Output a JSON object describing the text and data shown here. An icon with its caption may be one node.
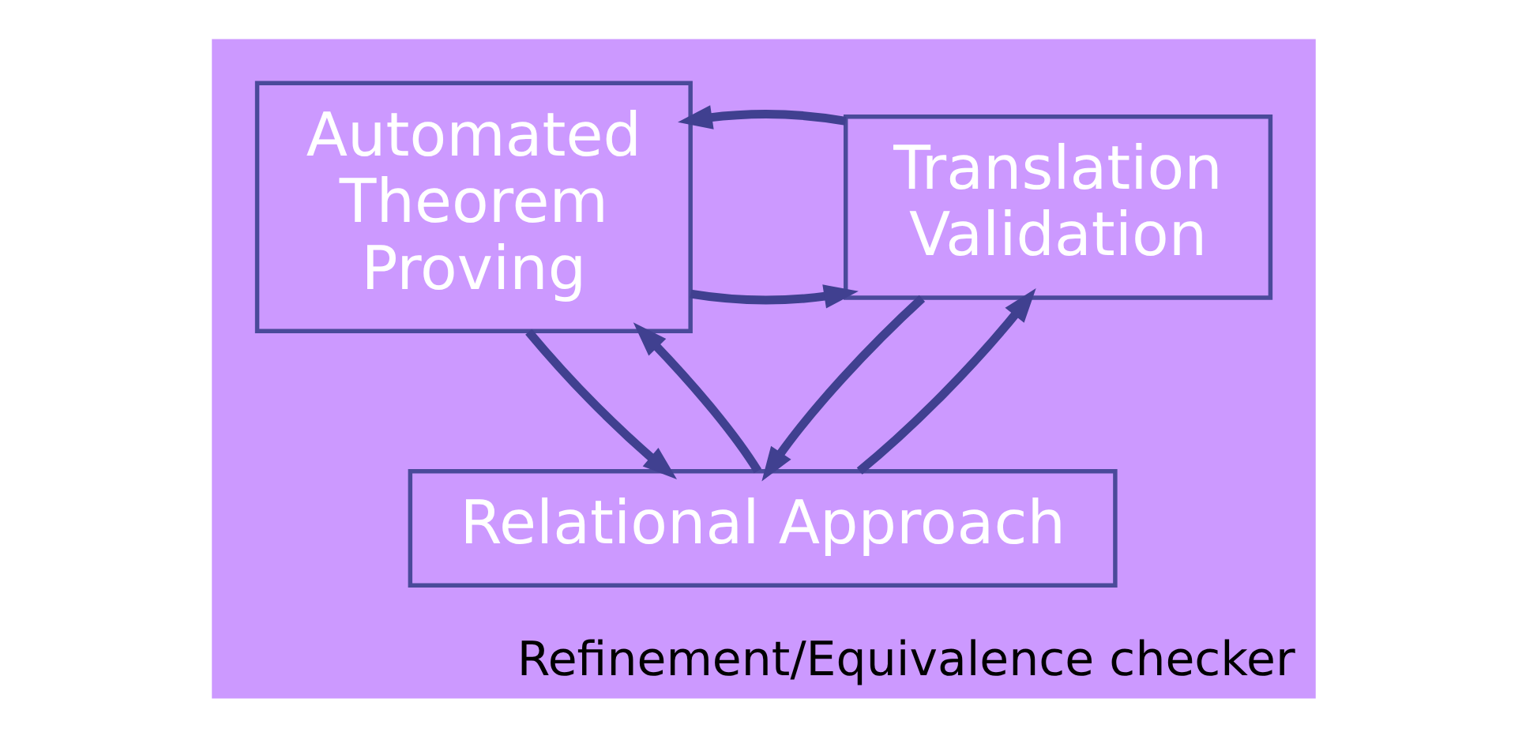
{
  "diagram": {
    "nodes": [
      {
        "text": [
          "Refinement/Equivalence checker"
        ]
      },
      {
        "text": [
          "Translation Validation"
        ],
        "in": 0
      },
      {
        "text": [
          "Automated Theorem Proving"
        ],
        "in": 0
      },
      {
        "text": [
          "Relational Approach"
        ],
        "in": 0
      }
    ],
    "edges": [
      {
        "from": 2,
        "to": 1,
        "arrow": "to"
      },
      {
        "from": 1,
        "to": 2,
        "arrow": "to"
      },
      {
        "from": 1,
        "to": 3,
        "arrow": "to"
      },
      {
        "from": 3,
        "to": 1,
        "arrow": "to"
      },
      {
        "from": 2,
        "to": 3,
        "arrow": "to"
      },
      {
        "from": 3,
        "to": 2,
        "arrow": "to"
      }
    ]
  }
}
